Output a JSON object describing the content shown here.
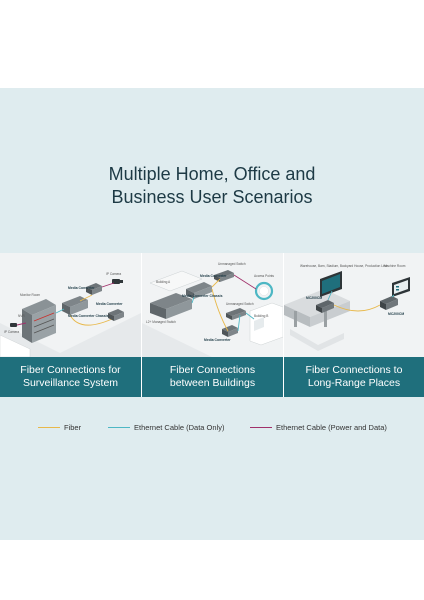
{
  "heading": {
    "line1": "Multiple Home, Office and",
    "line2": "Business User Scenarios"
  },
  "scenarios": [
    {
      "caption_line1": "Fiber Connections for",
      "caption_line2": "Surveillance System",
      "labels": {
        "ip_camera_top": "IP Camera",
        "monitor_room": "Monitor Room",
        "media_converter": "Media Converter",
        "chassis": "Media Converter Chassis",
        "media_converter_lower": "Media Converter",
        "nvr": "NVR",
        "ip_camera_bottom": "IP Camera"
      }
    },
    {
      "caption_line1": "Fiber Connections",
      "caption_line2": "between Buildings",
      "labels": {
        "building_a": "Building A",
        "unmanaged_switch": "Unmanaged Switch",
        "media_converter_a": "Media Converter",
        "access_points": "Access Points",
        "chassis": "Media Converter Chassis",
        "unmanaged_switch_b": "Unmanaged Switch",
        "building_b": "Building B",
        "l2_managed_switch": "L2+ Managed Switch",
        "media_converter_b": "Media Converter"
      }
    },
    {
      "caption_line1": "Fiber Connections to",
      "caption_line2": "Long-Range Places",
      "labels": {
        "places": "Warehouse, Barn, Stadium, Backyard House, Production Line",
        "machine_room": "Machine Room",
        "mc200cm_left": "MC200CM",
        "mc200cm_right": "MC200CM"
      }
    }
  ],
  "legend": [
    {
      "label": "Fiber",
      "color": "#e8b84a"
    },
    {
      "label": "Ethernet Cable (Data Only)",
      "color": "#4db7c4"
    },
    {
      "label": "Ethernet Cable (Power and Data)",
      "color": "#a0306a"
    }
  ],
  "colors": {
    "panel_background": "#dfecef",
    "caption_bar": "#1f6f7c",
    "heading_text": "#1d3a45"
  }
}
